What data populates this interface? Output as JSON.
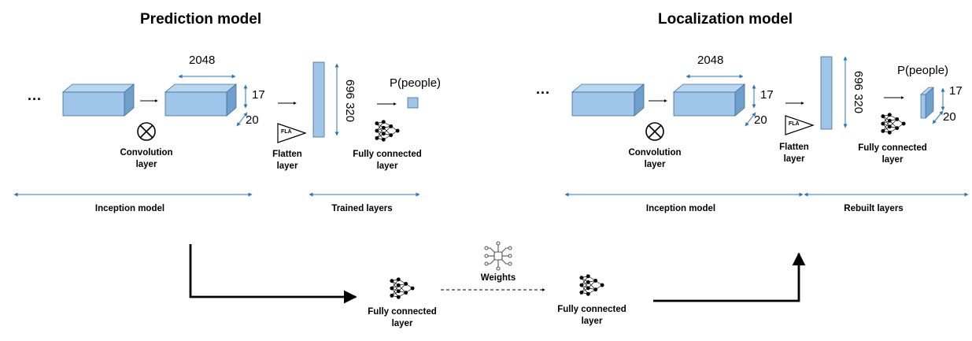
{
  "prediction": {
    "title": "Prediction  model",
    "dots": "...",
    "dim_width": "2048",
    "dim_height": "17",
    "dim_depth": "20",
    "flat_dims": "696 320",
    "output_label": "P(people)",
    "flatten_icon_text": "FLA",
    "conv_label": [
      "Convolution",
      "layer"
    ],
    "flatten_label": [
      "Flatten",
      "layer"
    ],
    "fc_label": [
      "Fully connected",
      "layer"
    ],
    "inception_label": "Inception model",
    "trained_label": "Trained layers"
  },
  "localization": {
    "title": "Localization  model",
    "dots": "...",
    "dim_width": "2048",
    "dim_height": "17",
    "dim_depth": "20",
    "flat_dims": "696 320",
    "output_label": "P(people)",
    "flatten_icon_text": "FLA",
    "output_height": "17",
    "output_depth": "20",
    "conv_label": [
      "Convolution",
      "layer"
    ],
    "flatten_label": [
      "Flatten",
      "layer"
    ],
    "fc_label": [
      "Fully connected",
      "layer"
    ],
    "inception_label": "Inception model",
    "rebuilt_label": "Rebuilt layers"
  },
  "transfer": {
    "weights_label": "Weights",
    "fc_left_label": [
      "Fully connected",
      "layer"
    ],
    "fc_right_label": [
      "Fully connected",
      "layer"
    ]
  },
  "colors": {
    "box_face": "#9fc5e8",
    "box_top": "#b8d6ee",
    "box_side": "#6f9fcb",
    "box_edge": "#3d6d9e",
    "blue_arrow": "#2f75b5",
    "black": "#000000"
  }
}
